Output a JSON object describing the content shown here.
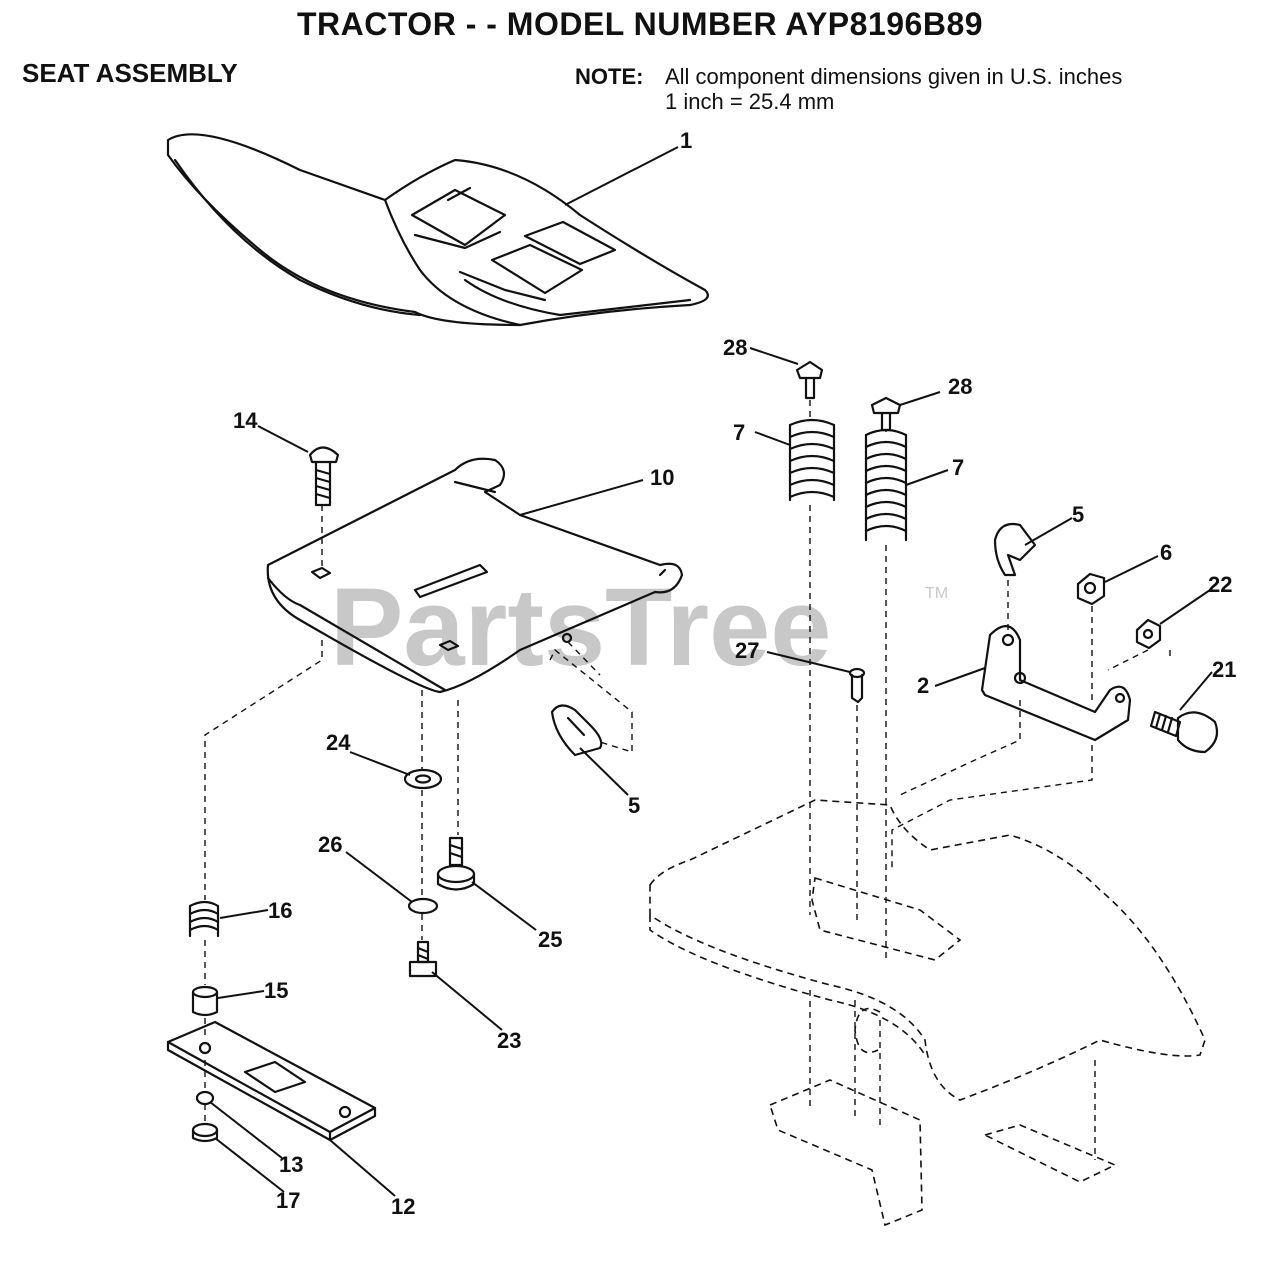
{
  "header": {
    "title": "TRACTOR - - MODEL NUMBER AYP8196B89",
    "section": "SEAT ASSEMBLY",
    "note_label": "NOTE:",
    "note_line1": "All component dimensions given in U.S. inches",
    "note_line2": "1 inch = 25.4 mm"
  },
  "watermark": {
    "text": "PartsTree",
    "tm": "TM"
  },
  "callouts": [
    "1",
    "14",
    "10",
    "28",
    "28",
    "7",
    "7",
    "5",
    "6",
    "22",
    "27",
    "2",
    "21",
    "24",
    "5",
    "26",
    "25",
    "16",
    "15",
    "23",
    "13",
    "17",
    "12"
  ]
}
